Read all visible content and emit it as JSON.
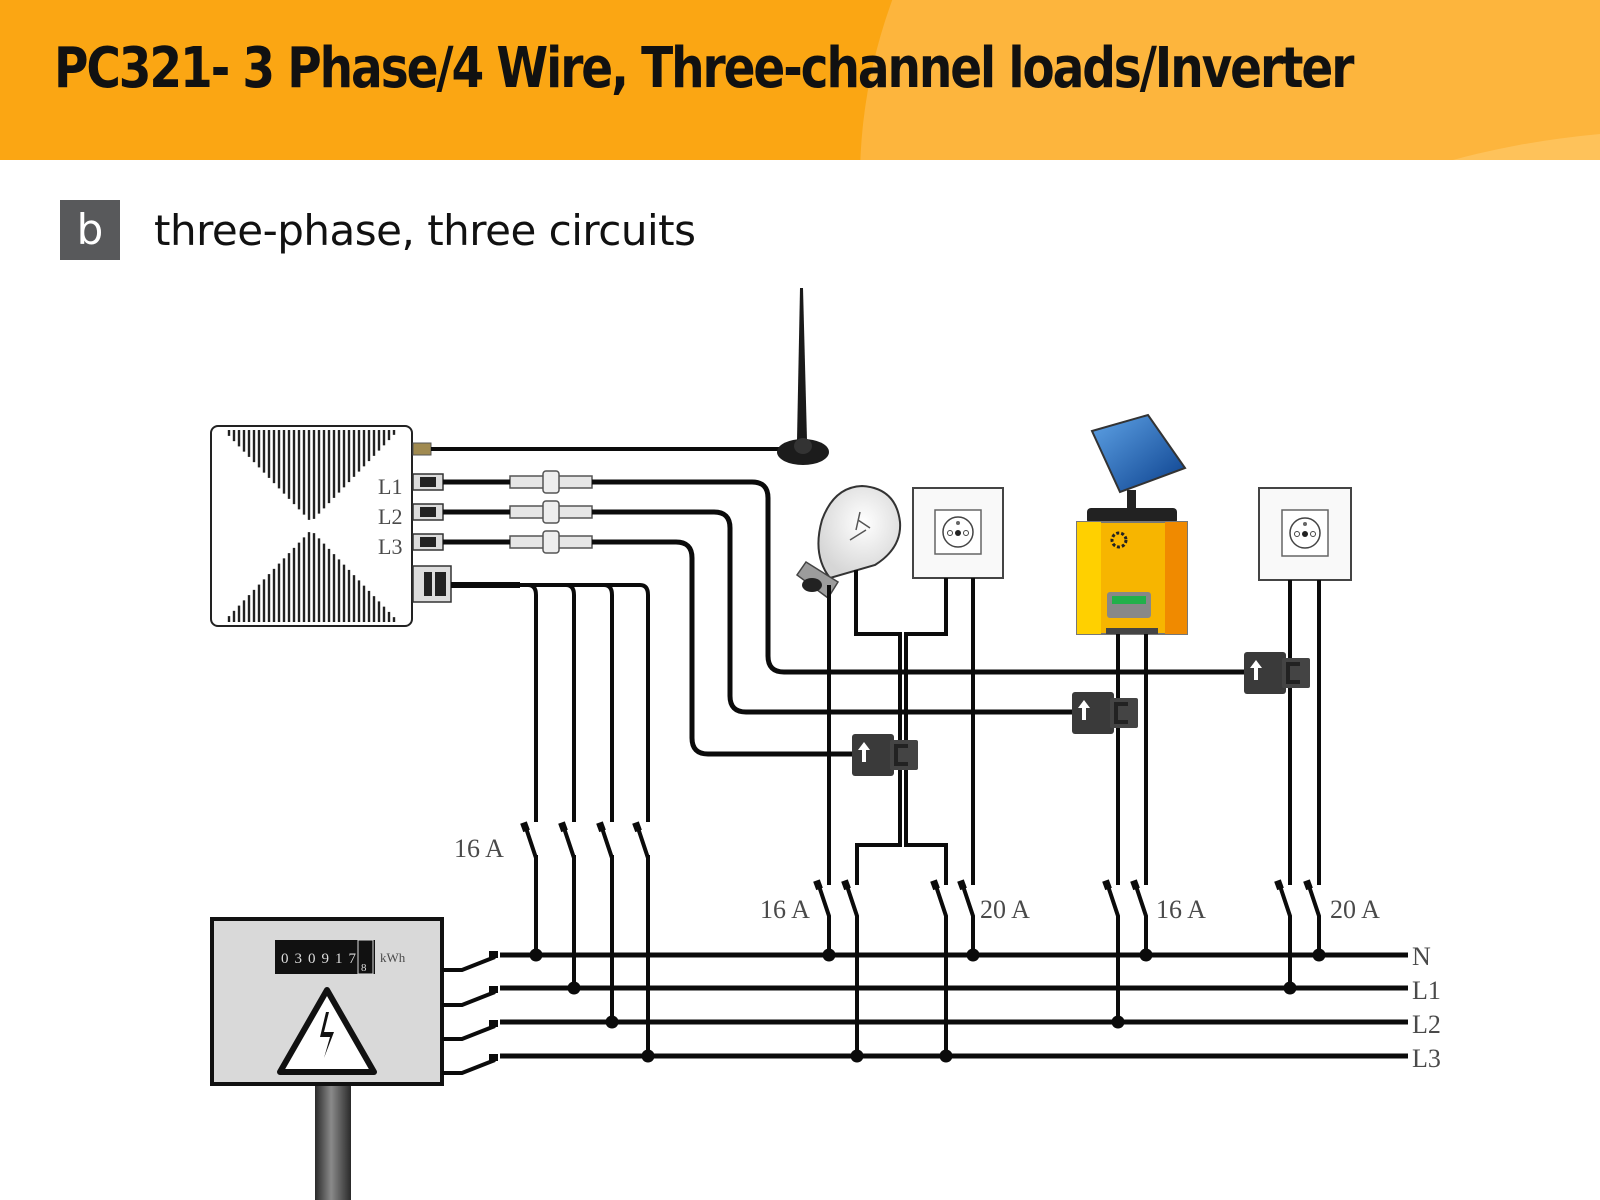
{
  "header": {
    "title": "PC321- 3 Phase/4 Wire, Three-channel loads/Inverter"
  },
  "section": {
    "badge": "b",
    "title": "three-phase, three circuits"
  },
  "colors": {
    "banner": "#fba613",
    "wire": "#0b0b0b",
    "ct_clamp": "#3a3a3a",
    "inverter_body": "#f7b500",
    "meter_panel": "#d9d9d9"
  },
  "device": {
    "name": "PC321 power meter",
    "ports": [
      "L1",
      "L2",
      "L3"
    ]
  },
  "utility_meter": {
    "reading_digits": [
      "0",
      "3",
      "0",
      "9",
      "1",
      "7"
    ],
    "decimal_digit": "8",
    "unit": "kWh"
  },
  "busbar": {
    "lines": [
      "N",
      "L1",
      "L2",
      "L3"
    ]
  },
  "breakers": {
    "main": "16 A",
    "circuit_1": "16  A",
    "circuit_2": "20  A",
    "circuit_3": "16  A",
    "circuit_4": "20 A"
  },
  "loads": [
    {
      "name": "light-bulb"
    },
    {
      "name": "wall-socket"
    },
    {
      "name": "solar-inverter"
    },
    {
      "name": "wall-socket"
    }
  ],
  "icons": {
    "antenna": "antenna-icon",
    "ct": "current-transformer-icon",
    "warning": "high-voltage-warning-icon",
    "solar_panel": "solar-panel-icon"
  }
}
